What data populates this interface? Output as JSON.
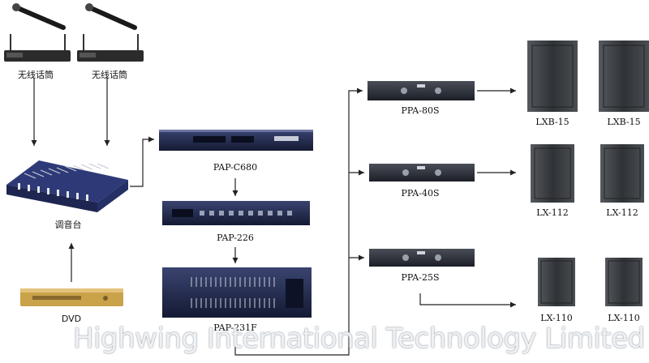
{
  "devices": {
    "mic1": {
      "label": "无线话筒"
    },
    "mic2": {
      "label": "无线话筒"
    },
    "mixer": {
      "label": "调音台"
    },
    "dvd": {
      "label": "DVD"
    },
    "pap_c680": {
      "label": "PAP-C680"
    },
    "pap_226": {
      "label": "PAP-226"
    },
    "pap_231f": {
      "label": "PAP-231F"
    },
    "ppa_80s": {
      "label": "PPA-80S"
    },
    "ppa_40s": {
      "label": "PPA-40S"
    },
    "ppa_25s": {
      "label": "PPA-25S"
    },
    "lxb15_a": {
      "label": "LXB-15"
    },
    "lxb15_b": {
      "label": "LXB-15"
    },
    "lx112_a": {
      "label": "LX-112"
    },
    "lx112_b": {
      "label": "LX-112"
    },
    "lx110_a": {
      "label": "LX-110"
    },
    "lx110_b": {
      "label": "LX-110"
    }
  },
  "connections": [
    {
      "from": "mic1",
      "to": "mixer"
    },
    {
      "from": "mic2",
      "to": "mixer"
    },
    {
      "from": "dvd",
      "to": "mixer"
    },
    {
      "from": "mixer",
      "to": "pap_c680"
    },
    {
      "from": "pap_c680",
      "to": "pap_226"
    },
    {
      "from": "pap_226",
      "to": "pap_231f"
    },
    {
      "from": "pap_231f",
      "to": "ppa_80s"
    },
    {
      "from": "pap_231f",
      "to": "ppa_40s"
    },
    {
      "from": "pap_231f",
      "to": "ppa_25s"
    },
    {
      "from": "ppa_80s",
      "to": "lxb15_a"
    },
    {
      "from": "ppa_40s",
      "to": "lx112_a"
    },
    {
      "from": "ppa_25s",
      "to": "lx110_a"
    }
  ],
  "watermark": "Highwing International Technology Limited",
  "colors": {
    "line": "#222222",
    "mixer_body": "#2e3a78",
    "rack": "#1b2240",
    "speaker": "#3a3d42",
    "dvd_gold": "#c9a24a"
  }
}
